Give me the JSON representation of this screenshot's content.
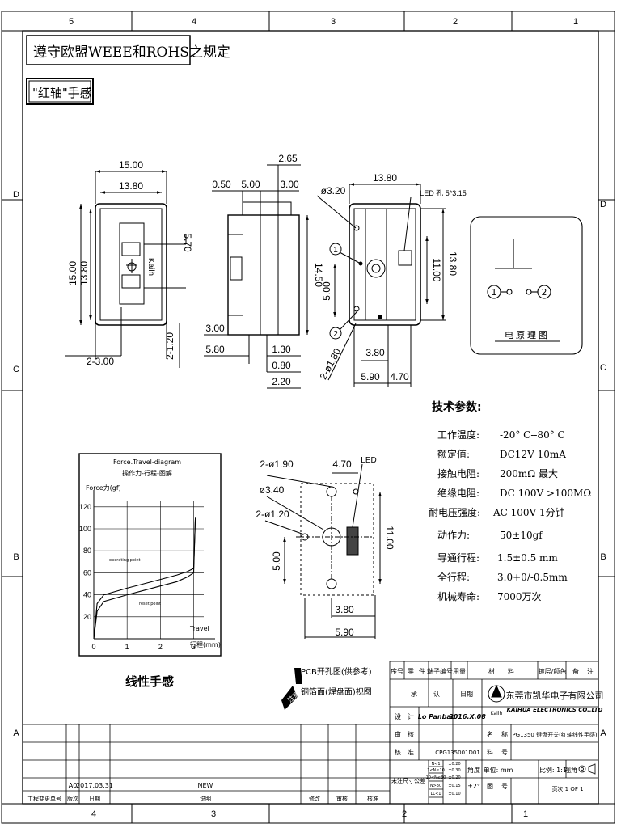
{
  "frame": {
    "top_numbers": [
      "5",
      "4",
      "3",
      "2",
      "1"
    ],
    "bottom_numbers": [
      "4",
      "3",
      "2",
      "1"
    ],
    "side_letters": [
      "D",
      "C",
      "B",
      "A"
    ]
  },
  "header": {
    "compliance": "遵守欧盟WEEE和ROHS之规定",
    "feel": "\"红轴\"手感"
  },
  "front_view": {
    "dims": [
      "15.00",
      "13.80",
      "5.70",
      "15.00",
      "13.80",
      "2-3.00",
      "2-1.20"
    ],
    "brand": "Kailh"
  },
  "side_view": {
    "dims": [
      "0.50",
      "5.00",
      "2.65",
      "3.00",
      "14.50",
      "3.00",
      "5.80",
      "1.30",
      "0.80",
      "2.20"
    ]
  },
  "bottom_view": {
    "dims": [
      "13.80",
      "ø3.20",
      "5.00",
      "11.00",
      "13.80",
      "3.80",
      "2-ø1.80",
      "5.90",
      "4.70"
    ],
    "led_label": "LED 孔 5*3.15",
    "pins": [
      "1",
      "2"
    ]
  },
  "circuit": {
    "title": "电原理图",
    "pins": [
      "1",
      "2"
    ]
  },
  "specs": {
    "title": "技术参数:",
    "rows": [
      {
        "label": "工作温度:",
        "value": "-20° C--80° C"
      },
      {
        "label": "额定值:",
        "value": "DC12V 10mA"
      },
      {
        "label": "接触电阻:",
        "value": "200mΩ 最大"
      },
      {
        "label": "绝缘电阻:",
        "value": "DC 100V >100MΩ"
      },
      {
        "label": "耐电压强度:",
        "value": "AC 100V 1分钟"
      },
      {
        "label": "动作力:",
        "value": "50±10gf"
      },
      {
        "label": "导通行程:",
        "value": "1.5±0.5 mm"
      },
      {
        "label": "全行程:",
        "value": "3.0+0/-0.5mm"
      },
      {
        "label": "机械寿命:",
        "value": "7000万次"
      }
    ]
  },
  "chart_data": {
    "type": "line",
    "title": "Force.Travel-diagram",
    "subtitle": "操作力-行程-图解",
    "ylabel": "Force力(gf)",
    "xlabel_1": "Travel",
    "xlabel_2": "行程(mm)",
    "x_ticks": [
      "0",
      "1",
      "2",
      "3"
    ],
    "y_ticks": [
      "20",
      "40",
      "60",
      "80",
      "100",
      "120"
    ],
    "xlim": [
      0,
      3.4
    ],
    "ylim": [
      0,
      125
    ],
    "grid": true,
    "series": [
      {
        "x": [
          0,
          0.1,
          0.3,
          1,
          1.5,
          2,
          2.5,
          2.8,
          3.0,
          3.05
        ],
        "values": [
          0,
          32,
          40,
          46,
          50,
          54,
          58,
          61,
          64,
          110
        ]
      },
      {
        "x": [
          0,
          0.1,
          0.3,
          1,
          1.5,
          2,
          2.5,
          2.8,
          3.0,
          3.05
        ],
        "values": [
          0,
          25,
          34,
          40,
          44,
          48,
          52,
          56,
          60,
          110
        ]
      }
    ],
    "annotations": [
      "operating point",
      "reset point"
    ],
    "caption": "线性手感"
  },
  "pcb_view": {
    "dims": [
      "2-ø1.90",
      "4.70",
      "ø3.40",
      "2-ø1.20",
      "5.00",
      "11.00",
      "3.80",
      "5.90"
    ],
    "led": "LED",
    "note_tag": "注意",
    "note_line1": "PCB开孔图(供参考)",
    "note_line2": "铜箔面(焊盘面)视图"
  },
  "title_block": {
    "col_headers": [
      "序号",
      "零",
      "件",
      "端子编号",
      "用量",
      "材",
      "料",
      "镀层/颜色",
      "备",
      "注"
    ],
    "approve": "承",
    "approve2": "认",
    "date_label": "日期",
    "company_cn": "东莞市凯华电子有限公司",
    "company_en": "KAIHUA ELECTRONICS CO.,LTD",
    "logo_text": "Kailh",
    "design": "设",
    "design2": "计",
    "designer_sig": "Lo Panbao",
    "design_date": "2016.X.08",
    "review": "审",
    "review2": "核",
    "check": "核",
    "check2": "准",
    "name_label": "名",
    "name_label2": "称",
    "part_name": "PG1350 键盘开关(红轴线性手感)",
    "material_label": "料",
    "material_label2": "号",
    "part_no": "CPG135001D01",
    "tolerance_label": "未注尺寸公差",
    "tol_rows": [
      [
        "N<1",
        "±0.20"
      ],
      [
        "1<N≤10",
        "±0.30"
      ],
      [
        "10<N≤30",
        "±0.20"
      ],
      [
        "N>30",
        "±0.15"
      ],
      [
        "LL<1",
        "±0.10"
      ]
    ],
    "angle_label": "角度",
    "angle_value": "±2°",
    "unit_label": "单位: mm",
    "scale_label": "比例: 1:1",
    "view_label": "视角",
    "drawing_no_label": "图",
    "drawing_no_label2": "号",
    "page_label": "页次 1 OF 1",
    "rev": "A0",
    "rev_date": "2017.03.31",
    "rev_desc": "NEW",
    "bottom_row": [
      "工程变更单号",
      "版次",
      "日期",
      "说明",
      "修改",
      "审核",
      "核准"
    ]
  }
}
